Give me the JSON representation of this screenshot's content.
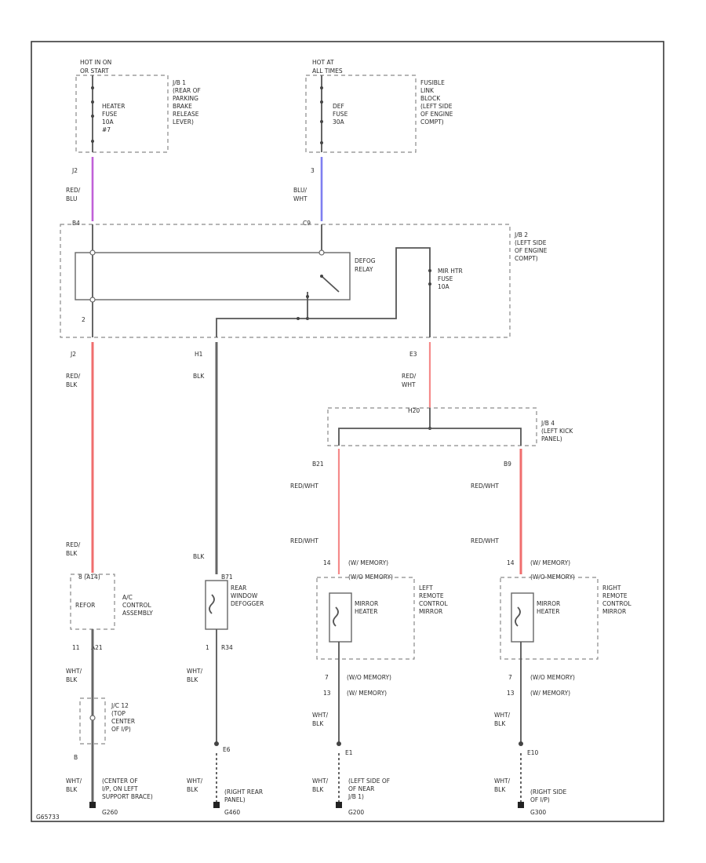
{
  "colors": {
    "red_wire": "#f06e6e",
    "blue_wire": "#7f7ff0",
    "magenta_wire": "#c060d8",
    "black_wire": "#666666"
  },
  "top_left": {
    "source": "HOT IN ON",
    "source2": "OR START",
    "fuse_label": [
      "HEATER",
      "FUSE",
      "10A",
      "#7"
    ],
    "jb_desc": [
      "J/B 1",
      "(REAR OF",
      "PARKING",
      "BRAKE",
      "RELEASE",
      "LEVER)"
    ],
    "conn_top": "J2",
    "wire_color": [
      "RED/",
      "BLU"
    ],
    "pin": "B4"
  },
  "top_mid": {
    "source": "HOT AT",
    "source2": "ALL TIMES",
    "fuse_label": [
      "DEF",
      "FUSE",
      "30A"
    ],
    "jb_desc": [
      "FUSIBLE",
      "LINK",
      "BLOCK",
      "(LEFT SIDE",
      "OF ENGINE",
      "COMPT)"
    ],
    "conn_top": "3",
    "wire_color": [
      "BLU/",
      "WHT"
    ],
    "pin": "C9"
  },
  "jb2": {
    "relay_label": [
      "DEFOG",
      "RELAY"
    ],
    "fuse_label": [
      "MIR HTR",
      "FUSE",
      "10A"
    ],
    "jb_desc": [
      "J/B 2",
      "(LEFT SIDE",
      "OF ENGINE",
      "COMPT)"
    ],
    "pin_left": "2"
  },
  "col1": {
    "conn": "J2",
    "wire1": [
      "RED/",
      "BLK"
    ],
    "wire2": [
      "RED/",
      "BLK"
    ],
    "pin_top": "8 (A14)",
    "module": "REFOR",
    "module_desc": [
      "A/C",
      "CONTROL",
      "ASSEMBLY"
    ],
    "pin_bot1": "11",
    "pin_bot2": "A21",
    "wire3": [
      "WHT/",
      "BLK"
    ],
    "jc_desc": [
      "J/C 12",
      "(TOP",
      "CENTER",
      "OF I/P)"
    ],
    "jc_pin": "B",
    "wire4": [
      "WHT/",
      "BLK"
    ],
    "ground_desc": [
      "(CENTER OF",
      "I/P, ON LEFT",
      "SUPPORT BRACE)"
    ],
    "ground_code": "G260"
  },
  "col2": {
    "conn": "H1",
    "wire1": "BLK",
    "wire2": "BLK",
    "pin_top": "B71",
    "module_desc": [
      "REAR",
      "WINDOW",
      "DEFOGGER"
    ],
    "pin_bot1": "1",
    "pin_bot2": "R34",
    "wire3": [
      "WHT/",
      "BLK"
    ],
    "splice": "E6",
    "wire4": [
      "WHT/",
      "BLK"
    ],
    "ground_desc": [
      "(RIGHT REAR",
      "PANEL)"
    ],
    "ground_code": "G460"
  },
  "jb4": {
    "input_conn": "E3",
    "input_wire": [
      "RED/",
      "WHT"
    ],
    "top_pin": "H20",
    "jb_desc": [
      "J/B 4",
      "(LEFT KICK",
      "PANEL)"
    ],
    "pin_left": "B21",
    "pin_right": "B9"
  },
  "col3": {
    "wire1": "RED/WHT",
    "wire2": "RED/WHT",
    "pin_top1": "14",
    "pin_top2": "(W/ MEMORY)",
    "pin_top3": "(W/O MEMORY)",
    "module": [
      "MIRROR",
      "HEATER"
    ],
    "module_desc": [
      "LEFT",
      "REMOTE",
      "CONTROL",
      "MIRROR"
    ],
    "pin_bot1": "7",
    "pin_bot1b": "(W/O MEMORY)",
    "pin_bot2": "13",
    "pin_bot2b": "(W/ MEMORY)",
    "wire3": [
      "WHT/",
      "BLK"
    ],
    "splice": "E1",
    "wire4": [
      "WHT/",
      "BLK"
    ],
    "ground_desc": [
      "(LEFT SIDE OF",
      "OF NEAR",
      "J/B 1)"
    ],
    "ground_code": "G200"
  },
  "col4": {
    "wire1": "RED/WHT",
    "wire2": "RED/WHT",
    "pin_top1": "14",
    "pin_top2": "(W/ MEMORY)",
    "pin_top3": "(W/O MEMORY)",
    "module": [
      "MIRROR",
      "HEATER"
    ],
    "module_desc": [
      "RIGHT",
      "REMOTE",
      "CONTROL",
      "MIRROR"
    ],
    "pin_bot1": "7",
    "pin_bot1b": "(W/O MEMORY)",
    "pin_bot2": "13",
    "pin_bot2b": "(W/ MEMORY)",
    "wire3": [
      "WHT/",
      "BLK"
    ],
    "splice": "E10",
    "wire4": [
      "WHT/",
      "BLK"
    ],
    "ground_desc": [
      "(RIGHT SIDE",
      "OF I/P)"
    ],
    "ground_code": "G300"
  },
  "figure_id": "G65733"
}
